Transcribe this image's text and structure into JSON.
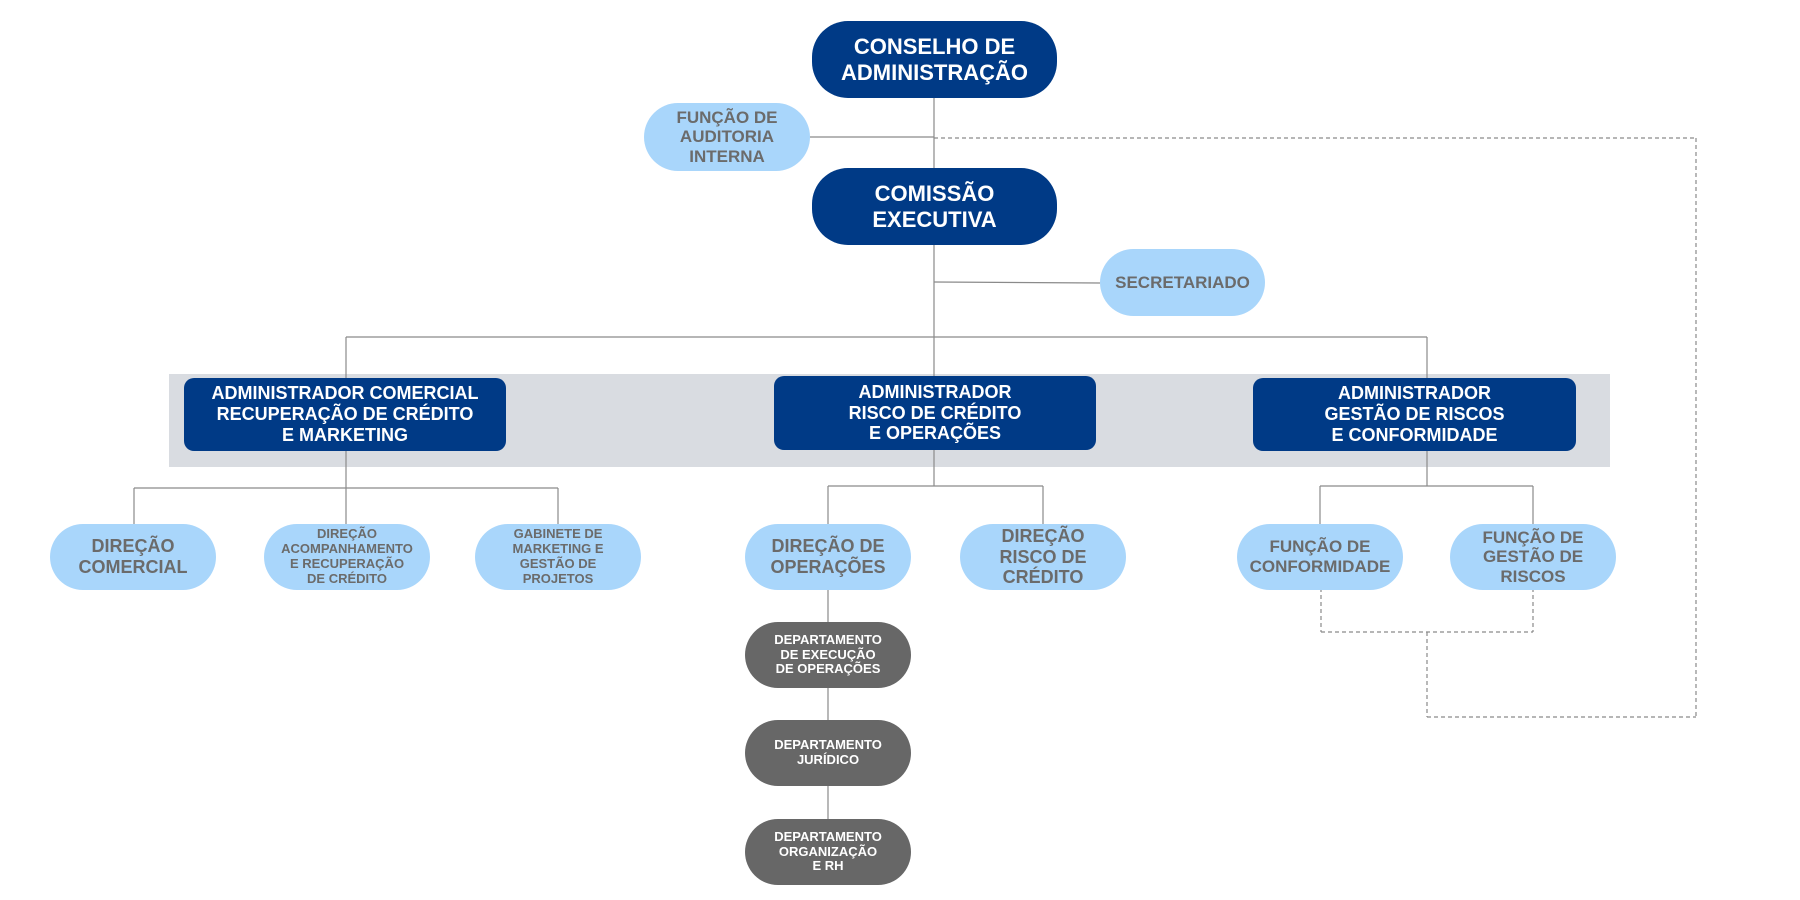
{
  "colors": {
    "dark_blue": "#003a86",
    "light_blue": "#a9d6fb",
    "grey": "#676767",
    "band": "#d9dce1",
    "line": "#8a8a8a"
  },
  "nodes": {
    "conselho": "CONSELHO DE\nADMINISTRAÇÃO",
    "auditoria": "FUNÇÃO DE\nAUDITORIA\nINTERNA",
    "comissao": "COMISSÃO\nEXECUTIVA",
    "secretariado": "SECRETARIADO",
    "adm_comercial": "ADMINISTRADOR COMERCIAL\nRECUPERAÇÃO DE CRÉDITO\nE MARKETING",
    "adm_risco": "ADMINISTRADOR\nRISCO DE CRÉDITO\nE OPERAÇÕES",
    "adm_gestao": "ADMINISTRADOR\nGESTÃO DE RISCOS\nE CONFORMIDADE",
    "dir_comercial": "DIREÇÃO\nCOMERCIAL",
    "dir_acompanhamento": "DIREÇÃO\nACOMPANHAMENTO\nE RECUPERAÇÃO\nDE CRÉDITO",
    "gabinete": "GABINETE DE\nMARKETING E\nGESTÃO DE\nPROJETOS",
    "dir_operacoes": "DIREÇÃO DE\nOPERAÇÕES",
    "dir_risco": "DIREÇÃO\nRISCO DE\nCRÉDITO",
    "func_conformidade": "FUNÇÃO DE\nCONFORMIDADE",
    "func_gestao": "FUNÇÃO DE\nGESTÃO DE\nRISCOS",
    "dep_execucao": "DEPARTAMENTO\nDE EXECUÇÃO\nDE OPERAÇÕES",
    "dep_juridico": "DEPARTAMENTO\nJURÍDICO",
    "dep_rh": "DEPARTAMENTO\nORGANIZAÇÃO\nE RH"
  }
}
